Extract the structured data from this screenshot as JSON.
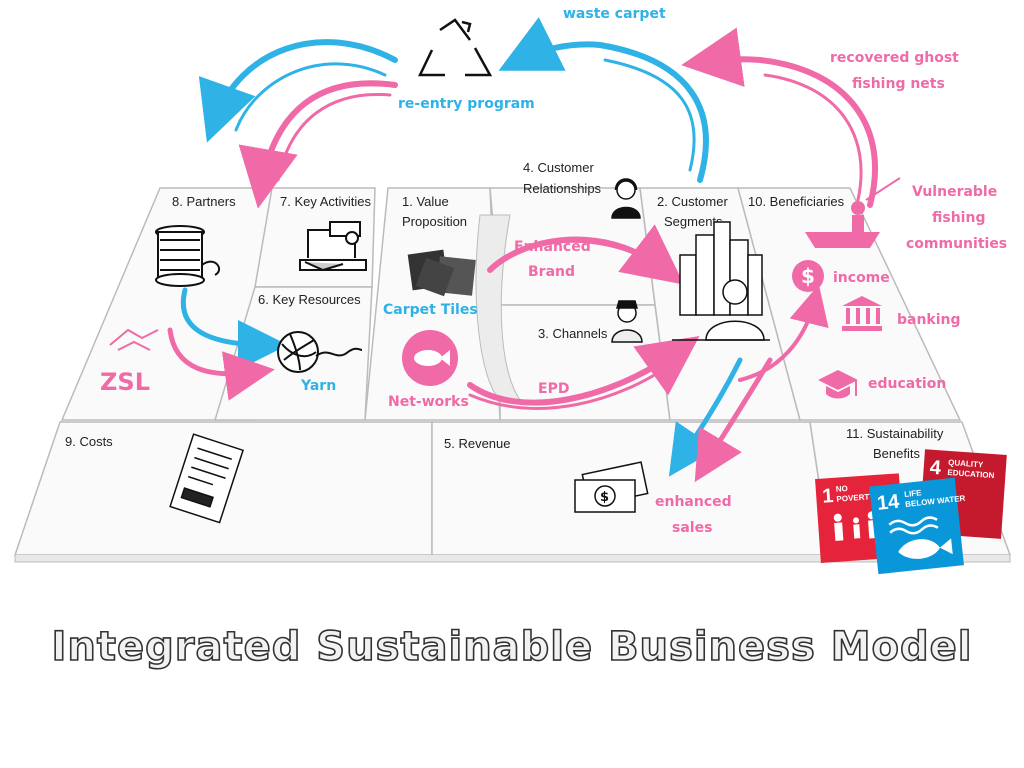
{
  "title": "Integrated Sustainable Business Model",
  "cells": {
    "partners": "8. Partners",
    "key_activities": "7. Key Activities",
    "value_proposition_1": "1. Value",
    "value_proposition_2": "Proposition",
    "customer_relationships_1": "4. Customer",
    "customer_relationships_2": "Relationships",
    "customer_segments_1": "2. Customer",
    "customer_segments_2": "Segments",
    "beneficiaries": "10. Beneficiaries",
    "key_resources": "6. Key Resources",
    "channels": "3. Channels",
    "costs": "9. Costs",
    "revenue": "5. Revenue",
    "sustainability_benefits_1": "11. Sustainability",
    "sustainability_benefits_2": "Benefits"
  },
  "annotations": {
    "waste_carpet": "waste carpet",
    "re_entry_program": "re-entry program",
    "recovered_1": "recovered ghost",
    "recovered_2": "fishing nets",
    "vulnerable_1": "Vulnerable",
    "vulnerable_2": "fishing",
    "vulnerable_3": "communities",
    "enhanced_brand_1": "Enhanced",
    "enhanced_brand_2": "Brand",
    "carpet_tiles": "Carpet Tiles",
    "net_works": "Net-works",
    "epd": "EPD",
    "yarn": "Yarn",
    "zsl": "ZSL",
    "income": "income",
    "banking": "banking",
    "education": "education",
    "enhanced_sales_1": "enhanced",
    "enhanced_sales_2": "sales"
  },
  "sdgs": [
    {
      "number": "1",
      "label_1": "NO",
      "label_2": "POVERTY",
      "color": "#e5243b"
    },
    {
      "number": "4",
      "label_1": "QUALITY",
      "label_2": "EDUCATION",
      "color": "#c5192d"
    },
    {
      "number": "14",
      "label_1": "LIFE",
      "label_2": "BELOW WATER",
      "color": "#0a97d9"
    }
  ],
  "colors": {
    "pink": "#f06aa8",
    "blue": "#2fb2e6",
    "ink": "#222222"
  },
  "icons": [
    "recycle-icon",
    "spool-icon",
    "sewing-machine-icon",
    "carpet-tiles-icon",
    "headset-person-icon",
    "worker-icon",
    "city-businessman-icon",
    "handshake-icon",
    "yarn-ball-icon",
    "fish-icon",
    "fisherman-boat-icon",
    "dollar-icon",
    "bank-icon",
    "graduation-cap-icon",
    "invoice-icon",
    "money-icon"
  ]
}
